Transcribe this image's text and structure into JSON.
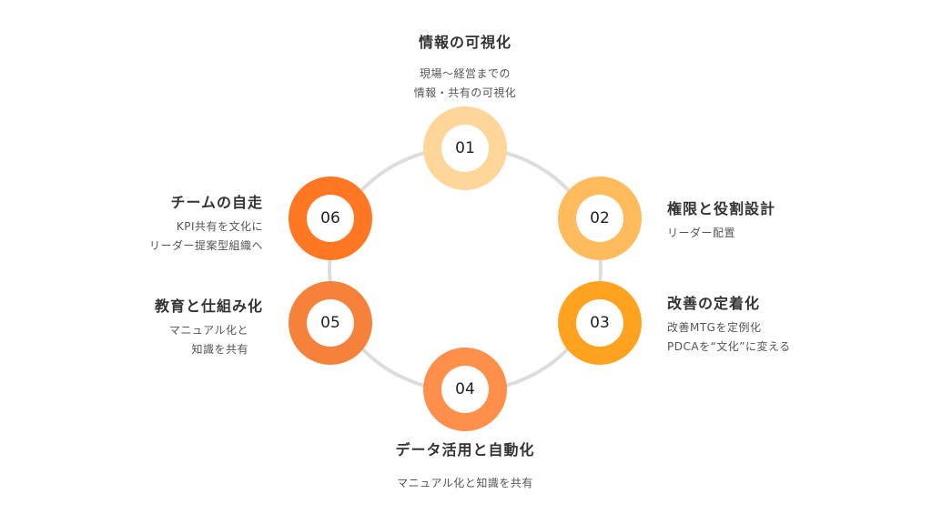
{
  "steps": [
    {
      "number": "01",
      "title": "情報の可視化",
      "desc": [
        "現場〜経営までの",
        "情報・共有の可視化"
      ],
      "color": "#FFD699"
    },
    {
      "number": "02",
      "title": "権限と役割設計",
      "desc": [
        "リーダー配置"
      ],
      "color": "#FFBB5C"
    },
    {
      "number": "03",
      "title": "改善の定着化",
      "desc": [
        "改善MTGを定例化",
        "PDCAを“文化”に変える"
      ],
      "color": "#FFA21F"
    },
    {
      "number": "04",
      "title": "データ活用と自動化",
      "desc": [
        "マニュアル化と知識を共有"
      ],
      "color": "#FF8F4A"
    },
    {
      "number": "05",
      "title": "教育と仕組み化",
      "desc": [
        "マニュアル化と",
        "知識を共有"
      ],
      "color": "#F5813A"
    },
    {
      "number": "06",
      "title": "チームの自走",
      "desc": [
        "KPI共有を文化に",
        "リーダー提案型組織へ"
      ],
      "color": "#FF7722"
    }
  ],
  "ring_color": "#DDDDDD"
}
